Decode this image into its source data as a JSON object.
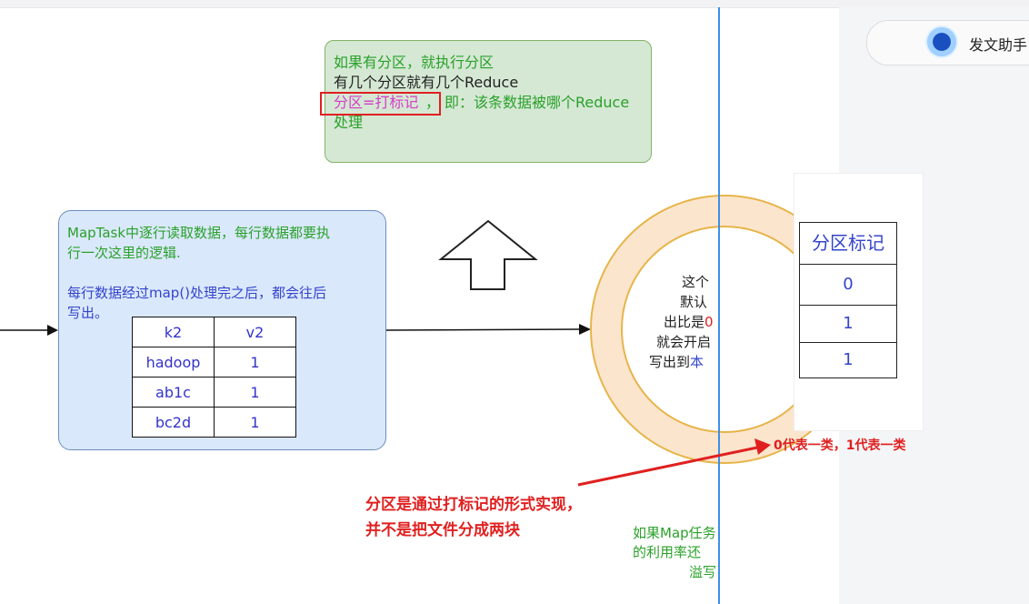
{
  "assistant": {
    "label": "发文助手"
  },
  "partition_note": {
    "line1": "如果有分区，就执行分区",
    "line2": "有几个分区就有几个Reduce",
    "highlight": "分区=打标记",
    "comma": "，",
    "line3_rest": "即：该条数据被哪个Reduce",
    "line4": "处理"
  },
  "maptask_note": {
    "line1": "MapTask中逐行读取数据，每行数据都要执",
    "line2": "行一次这里的逻辑.",
    "line3": "每行数据经过map()处理完之后，都会往后",
    "line4": "写出。"
  },
  "kv_table": {
    "headers": [
      "k2",
      "v2"
    ],
    "rows": [
      [
        "hadoop",
        "1"
      ],
      [
        "ab1c",
        "1"
      ],
      [
        "bc2d",
        "1"
      ]
    ]
  },
  "ring_text": {
    "line1": "这个",
    "line2": "默认",
    "line3_prefix": "出比是",
    "line3_red": "0",
    "line4": "就会开启",
    "line5_prefix": "写出到",
    "line5_blue": "本"
  },
  "partition_table": {
    "header": "分区标记",
    "values": [
      "0",
      "1",
      "1"
    ]
  },
  "annotations": {
    "category_note": "0代表一类，1代表一类",
    "main_note_line1": "分区是通过打标记的形式实现，",
    "main_note_line2": "并不是把文件分成两块"
  },
  "bottom_green": {
    "line1": "如果Map任务",
    "line2": "的利用率还",
    "line3": "溢写"
  },
  "colors": {
    "green_fill": "#d5e8d4",
    "blue_fill": "#dae8fc",
    "ring_outer": "#fce5cd",
    "red_annotation": "#e02020"
  }
}
